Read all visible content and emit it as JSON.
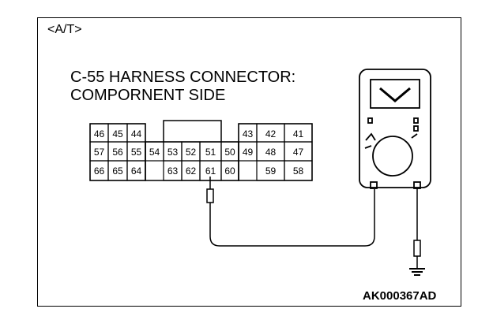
{
  "header": {
    "tag": "<A/T>"
  },
  "title": {
    "line1": "C-55 HARNESS CONNECTOR:",
    "line2": "COMPORNENT SIDE"
  },
  "figure_code": "AK000367AD",
  "connector": {
    "rows": [
      [
        "46",
        "45",
        "44",
        "",
        "",
        "",
        "",
        "",
        "43",
        "42",
        "41"
      ],
      [
        "57",
        "56",
        "55",
        "54",
        "53",
        "52",
        "51",
        "50",
        "49",
        "48",
        "47"
      ],
      [
        "66",
        "65",
        "64",
        "",
        "63",
        "62",
        "61",
        "60",
        "",
        "59",
        "58"
      ]
    ]
  },
  "icons": {
    "meter": "multimeter-icon",
    "ground": "ground-symbol-icon",
    "probe": "test-probe-icon"
  }
}
